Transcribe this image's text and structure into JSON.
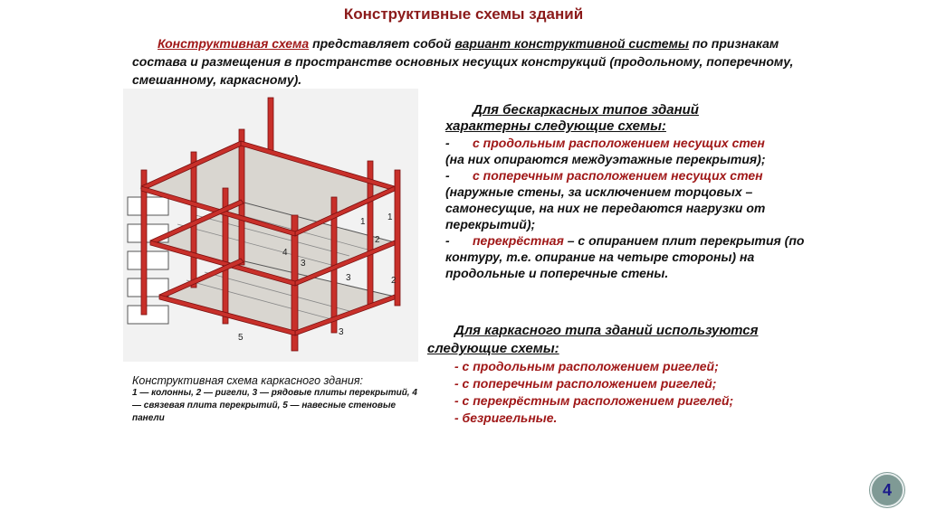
{
  "title": "Конструктивные схемы зданий",
  "intro": {
    "term": "Конструктивная схема",
    "text1": " представляет собой ",
    "link": "вариант конструктивной системы",
    "text2": " по признакам состава и размещения в пространстве основных несущих конструкций (продольному, поперечному, смешанному, каркасному)."
  },
  "figure": {
    "labels": [
      "1",
      "1",
      "2",
      "3",
      "4",
      "3",
      "2",
      "5",
      "3"
    ]
  },
  "caption": {
    "heading": "Конструктивная схема каркасного здания:",
    "text": "1 — колонны, 2 — ригели, 3 — рядовые плиты перекрытий, 4 — связевая плита перекрытий, 5 — навесные стеновые панели"
  },
  "frameless": {
    "heading1": "Для бескаркасных типов зданий",
    "heading2": "характерны следующие схемы:",
    "items": [
      {
        "dash": "-",
        "term": "с продольным расположением несущих стен",
        "rest": "(на них опираются междуэтажные перекрытия);"
      },
      {
        "dash": "-",
        "term": "с поперечным расположением несущих стен",
        "rest": "(наружные стены, за исключением торцовых – самонесущие, на них не передаются нагрузки от перекрытий);"
      },
      {
        "dash": "-",
        "term": "перекрёстная",
        "rest": " – с опиранием плит перекрытия (по контуру, т.е. опирание на четыре стороны) на продольные и поперечные стены."
      }
    ]
  },
  "frame": {
    "heading1": "Для каркасного типа зданий используются",
    "heading2": "следующие схемы:",
    "items": [
      "- с продольным расположением ригелей;",
      "- с поперечным расположением ригелей;",
      "- с перекрёстным расположением ригелей;",
      "- безригельные."
    ]
  },
  "page_number": "4",
  "colors": {
    "accent": "#a01818",
    "title": "#8b1a1a",
    "badge": "#7f9a95"
  }
}
